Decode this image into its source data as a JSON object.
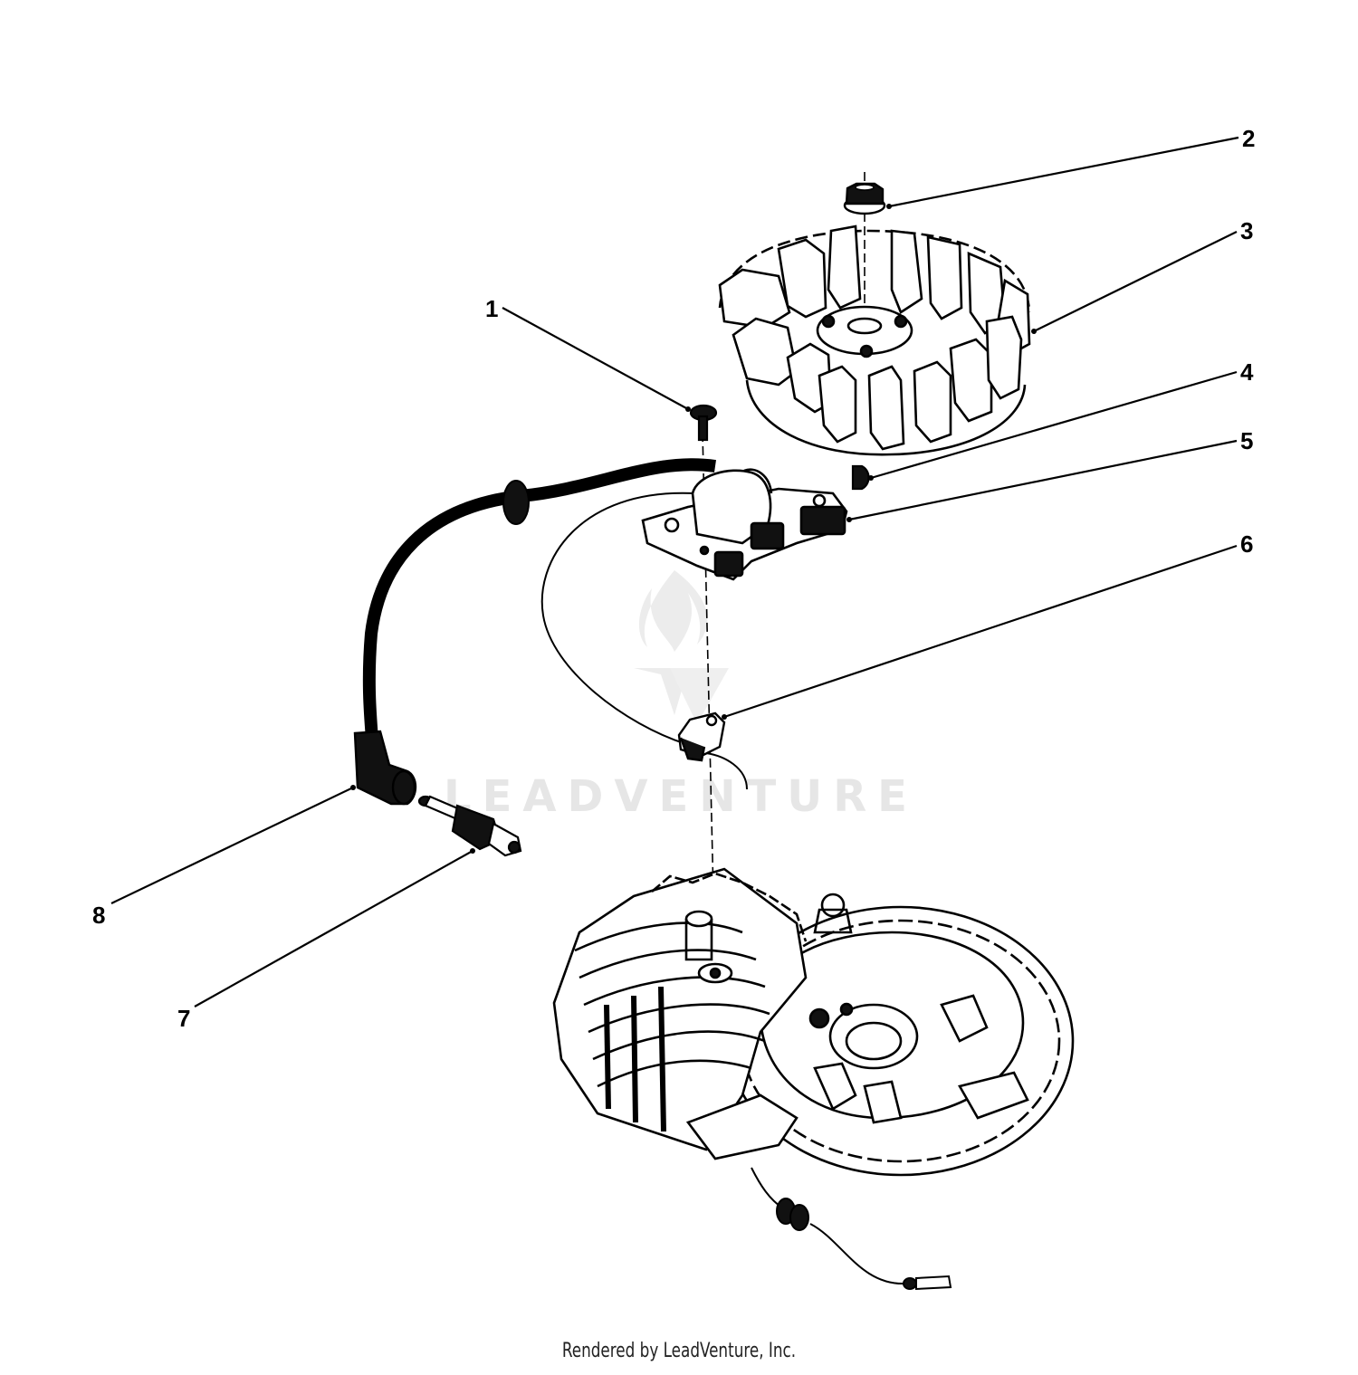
{
  "callouts": [
    {
      "id": "1",
      "label": "1"
    },
    {
      "id": "2",
      "label": "2"
    },
    {
      "id": "3",
      "label": "3"
    },
    {
      "id": "4",
      "label": "4"
    },
    {
      "id": "5",
      "label": "5"
    },
    {
      "id": "6",
      "label": "6"
    },
    {
      "id": "7",
      "label": "7"
    },
    {
      "id": "8",
      "label": "8"
    }
  ],
  "watermark": {
    "text": "LEADVENTURE",
    "logo": "leadventure-flame-logo"
  },
  "footer": {
    "text": "Rendered by LeadVenture, Inc."
  },
  "colors": {
    "line": "#000000",
    "watermark": "#e6e6e6",
    "background": "#ffffff"
  }
}
